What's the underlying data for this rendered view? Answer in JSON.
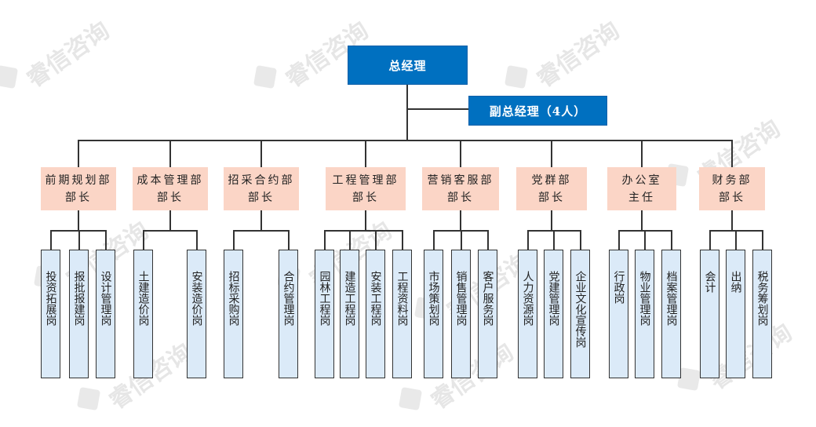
{
  "watermark": "睿信咨询",
  "ceo": "总经理",
  "vp": "副总经理（4人）",
  "departments": [
    {
      "label": "前期规划部\n部长",
      "positions": [
        "投资拓展岗",
        "报批报建岗",
        "设计管理岗"
      ]
    },
    {
      "label": "成本管理部\n部长",
      "positions": [
        "土建造价岗",
        "安装造价岗"
      ]
    },
    {
      "label": "招采合约部\n部长",
      "positions": [
        "招标采购岗",
        "合约管理岗"
      ]
    },
    {
      "label": "工程管理部\n部长",
      "positions": [
        "园林工程岗",
        "建造工程岗",
        "安装工程岗",
        "工程资料岗"
      ]
    },
    {
      "label": "营销客服部\n部长",
      "positions": [
        "市场策划岗",
        "销售管理岗",
        "客户服务岗"
      ]
    },
    {
      "label": "党群部\n部长",
      "positions": [
        "人力资源岗",
        "党建管理岗",
        "企业文化宣传岗"
      ]
    },
    {
      "label": "办公室\n主任",
      "positions": [
        "行政岗",
        "物业管理岗",
        "档案管理岗"
      ]
    },
    {
      "label": "财务部\n部长",
      "positions": [
        "会计",
        "出纳",
        "税务筹划岗"
      ]
    }
  ]
}
